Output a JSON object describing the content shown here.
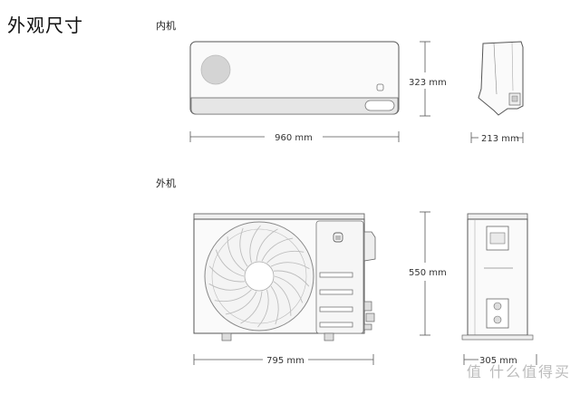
{
  "page": {
    "title": "外观尺寸"
  },
  "indoor": {
    "label": "内机",
    "width_label": "960 mm",
    "height_label": "323 mm",
    "depth_label": "213 mm"
  },
  "outdoor": {
    "label": "外机",
    "width_label": "795 mm",
    "height_label": "550 mm",
    "depth_label": "305 mm"
  },
  "watermark": {
    "text": "值 什么值得买"
  },
  "colors": {
    "line": "#555555",
    "fill_light": "#f2f2f2",
    "fill_panel": "#e3e3e3",
    "fan": "#bdbdbd"
  }
}
